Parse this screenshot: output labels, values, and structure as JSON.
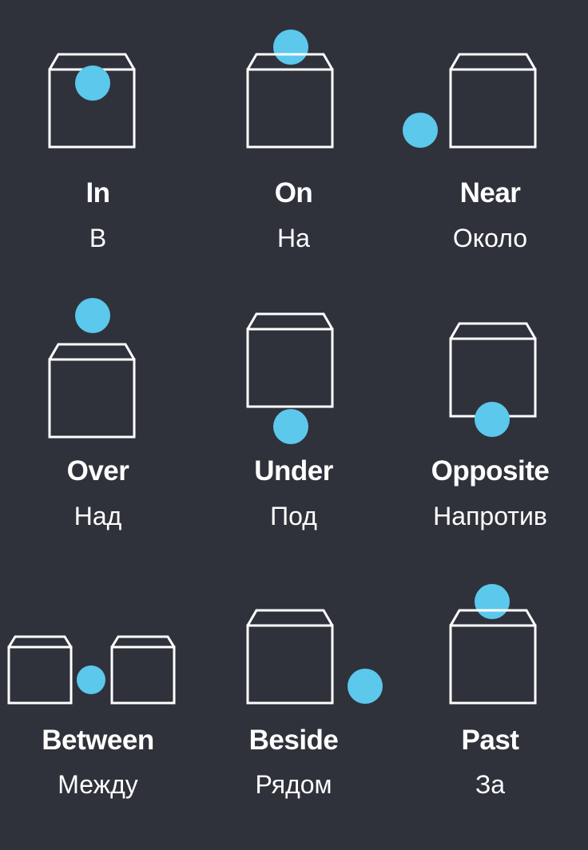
{
  "colors": {
    "background": "#2f323b",
    "box_stroke": "#ffffff",
    "dot_fill": "#5bc8ec",
    "text": "#ffffff"
  },
  "prepositions": [
    {
      "id": "in",
      "english": "In",
      "russian": "В"
    },
    {
      "id": "on",
      "english": "On",
      "russian": "На"
    },
    {
      "id": "near",
      "english": "Near",
      "russian": "Около"
    },
    {
      "id": "over",
      "english": "Over",
      "russian": "Над"
    },
    {
      "id": "under",
      "english": "Under",
      "russian": "Под"
    },
    {
      "id": "opposite",
      "english": "Opposite",
      "russian": "Напротив"
    },
    {
      "id": "between",
      "english": "Between",
      "russian": "Между"
    },
    {
      "id": "beside",
      "english": "Beside",
      "russian": "Рядом"
    },
    {
      "id": "past",
      "english": "Past",
      "russian": "За"
    }
  ]
}
